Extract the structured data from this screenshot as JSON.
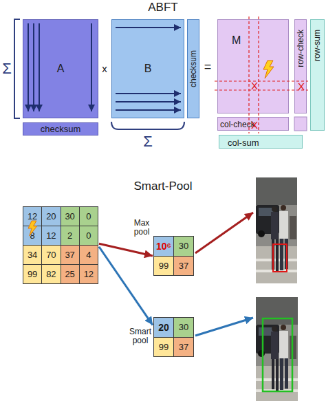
{
  "diagram": {
    "nodes": [
      {
        "text": [
          "A"
        ]
      },
      {
        "text": [
          "checksum"
        ]
      },
      {
        "text": [
          "B"
        ]
      },
      {
        "text": [
          "checksum"
        ]
      },
      {
        "text": [
          "M",
          "X"
        ]
      },
      {
        "text": [
          "row-check",
          "X"
        ]
      },
      {
        "text": [
          "row-sum"
        ]
      },
      {
        "text": [
          "col-check",
          "X"
        ]
      },
      {
        "text": [
          "col-sum"
        ]
      },
      {
        "text": []
      },
      {
        "text": [
          "12"
        ],
        "in": 9
      },
      {
        "text": [
          "20"
        ],
        "in": 9
      },
      {
        "text": [
          "30"
        ],
        "in": 9
      },
      {
        "text": [
          "0"
        ],
        "in": 9
      },
      {
        "text": [
          "8"
        ],
        "in": 9
      },
      {
        "text": [
          "12"
        ],
        "in": 9
      },
      {
        "text": [
          "2"
        ],
        "in": 9
      },
      {
        "text": [
          "0"
        ],
        "in": 9
      },
      {
        "text": [
          "34"
        ],
        "in": 9
      },
      {
        "text": [
          "70"
        ],
        "in": 9
      },
      {
        "text": [
          "37"
        ],
        "in": 9
      },
      {
        "text": [
          "4"
        ],
        "in": 9
      },
      {
        "text": [
          "99"
        ],
        "in": 9
      },
      {
        "text": [
          "82"
        ],
        "in": 9
      },
      {
        "text": [
          "25"
        ],
        "in": 9
      },
      {
        "text": [
          "12"
        ],
        "in": 9
      },
      {
        "text": []
      },
      {
        "text": [
          "10⁶"
        ],
        "in": 26
      },
      {
        "text": [
          "30"
        ],
        "in": 26
      },
      {
        "text": [
          "99"
        ],
        "in": 26
      },
      {
        "text": [
          "37"
        ],
        "in": 26
      },
      {
        "text": []
      },
      {
        "text": [
          "20"
        ],
        "in": 31
      },
      {
        "text": [
          "30"
        ],
        "in": 31
      },
      {
        "text": [
          "99"
        ],
        "in": 31
      },
      {
        "text": [
          "37"
        ],
        "in": 31
      }
    ],
    "edges": [
      {
        "from": 9,
        "to": 26,
        "arrow": "to",
        "label": "Max pool"
      },
      {
        "from": 9,
        "to": 31,
        "arrow": "to",
        "label": "Smart pool"
      }
    ],
    "labels": [
      "ABFT",
      "Σ",
      "x",
      "=",
      "Σ",
      "Smart-Pool"
    ]
  }
}
